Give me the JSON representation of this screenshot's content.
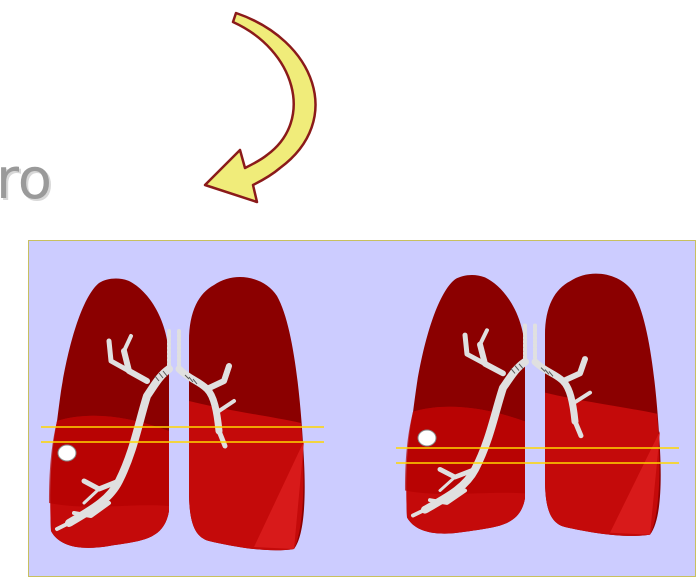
{
  "slide": {
    "partial_word": "ro"
  },
  "colors": {
    "panel_bg": "#ccccff",
    "lung_dark": "#8b0000",
    "lung_light": "#c40a0a",
    "airway": "#e0e0e0",
    "level_line": "#ffd700",
    "arrow_fill": "#f0ec7a",
    "arrow_stroke": "#8b1a1a"
  },
  "icons": {
    "rotation_arrow": "curved-arrow-icon",
    "lesion": "white-circle-icon"
  },
  "illustration": {
    "left": {
      "label": "lungs-before"
    },
    "right": {
      "label": "lungs-after"
    }
  }
}
